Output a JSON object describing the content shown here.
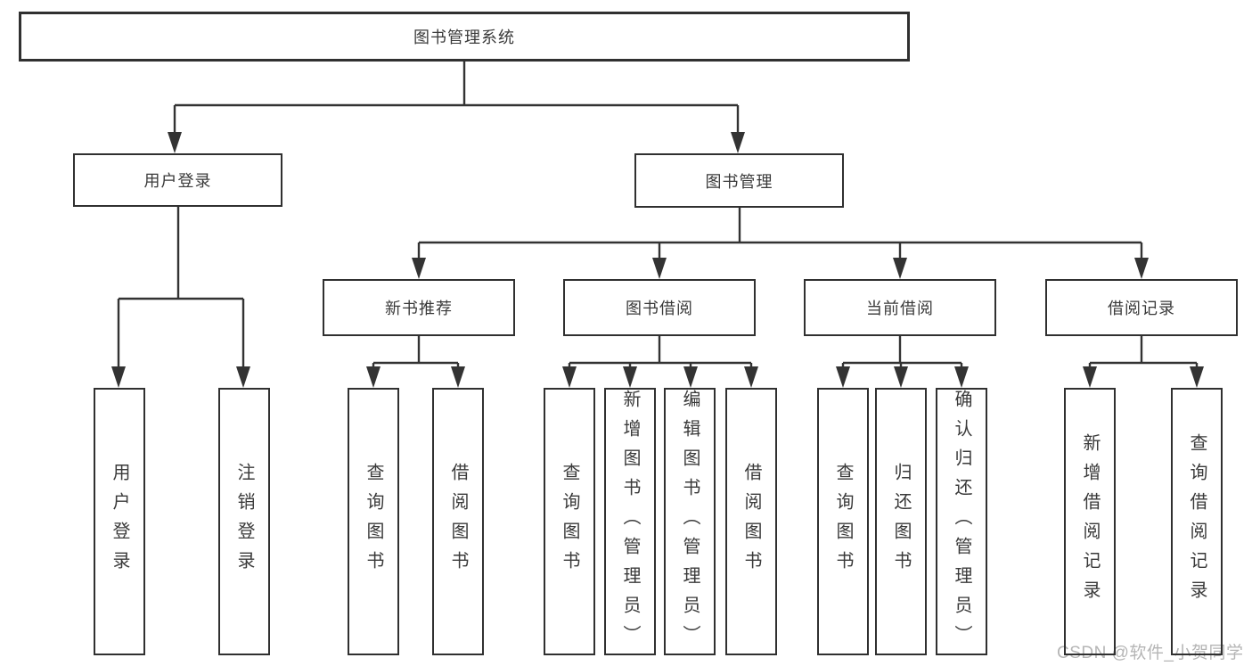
{
  "diagram": {
    "root_label": "图书管理系统",
    "user_branch": {
      "label": "用户登录",
      "children": [
        {
          "label": "用户登录"
        },
        {
          "label": "注销登录"
        }
      ]
    },
    "book_branch": {
      "label": "图书管理",
      "groups": [
        {
          "label": "新书推荐",
          "children": [
            {
              "label": "查询图书"
            },
            {
              "label": "借阅图书"
            }
          ]
        },
        {
          "label": "图书借阅",
          "children": [
            {
              "label": "查询图书"
            },
            {
              "label": "新增图书（管理员）"
            },
            {
              "label": "编辑图书（管理员）"
            },
            {
              "label": "借阅图书"
            }
          ]
        },
        {
          "label": "当前借阅",
          "children": [
            {
              "label": "查询图书"
            },
            {
              "label": "归还图书"
            },
            {
              "label": "确认归还（管理员）"
            }
          ]
        },
        {
          "label": "借阅记录",
          "children": [
            {
              "label": "新增借阅记录"
            },
            {
              "label": "查询借阅记录"
            }
          ]
        }
      ]
    }
  },
  "watermark": {
    "text": "CSDN @软件_小贺同学"
  },
  "colors": {
    "line": "#333333",
    "box_border": "#303030",
    "box_fill": "#ffffff",
    "text": "#3a3a3a",
    "background": "#ffffff",
    "watermark": "#b5b5b5"
  }
}
